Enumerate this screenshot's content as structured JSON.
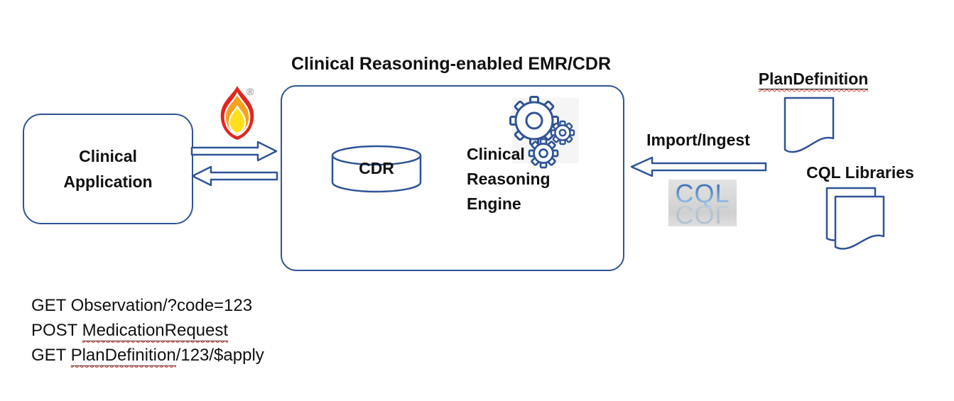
{
  "colors": {
    "outline_navy": "#2F5496",
    "text_black": "#111111",
    "spellcheck_red": "#D0362C",
    "flame_red": "#E2251F",
    "flame_orange": "#F9A11B",
    "flame_yellow": "#FFE01B",
    "cql_blue": "#3E74B8",
    "cql_box_gray": "#D9D9D9"
  },
  "emr": {
    "title": "Clinical Reasoning-enabled EMR/CDR",
    "cdr_label": "CDR",
    "engine_label": "Clinical\nReasoning\nEngine"
  },
  "clinical_application": {
    "label": "Clinical\nApplication"
  },
  "fhir": {
    "registered_mark": "®"
  },
  "right_panel": {
    "import_label": "Import/Ingest",
    "cql_logo_text": "CQL",
    "plan_definition_label": "PlanDefinition",
    "cql_libraries_label": "CQL Libraries"
  },
  "api_calls": {
    "observation": {
      "prefix": "GET ",
      "path": "Observation/?code=123"
    },
    "medication": {
      "prefix": "POST ",
      "resource": "MedicationRequest",
      "suffix": ""
    },
    "plan_apply": {
      "prefix": "GET ",
      "resource": "PlanDefinition",
      "suffix": "/123/$apply"
    }
  }
}
